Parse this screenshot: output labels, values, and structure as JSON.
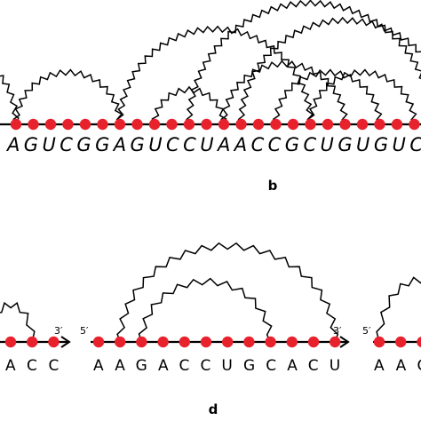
{
  "panels": [
    {
      "id": "b",
      "label": "b",
      "sequence": "AGUCGGAGUCCUAACCGCUGUGUC",
      "bonds": [
        [
          0,
          6
        ],
        [
          6,
          17
        ],
        [
          8,
          12
        ],
        [
          10,
          24
        ],
        [
          12,
          19
        ],
        [
          13,
          25
        ],
        [
          15,
          21
        ],
        [
          17,
          23
        ]
      ]
    },
    {
      "id": "d",
      "label": "d",
      "strands": [
        {
          "sequence": "ACC",
          "five_prime": "",
          "three_prime": "3′"
        },
        {
          "sequence": "AAGACCUGCACU",
          "five_prime": "5′",
          "three_prime": "3′"
        },
        {
          "sequence": "AAC",
          "five_prime": "5′",
          "three_prime": ""
        }
      ]
    }
  ],
  "colors": {
    "nucleotide": "#e8222c",
    "backbone": "#000000"
  }
}
